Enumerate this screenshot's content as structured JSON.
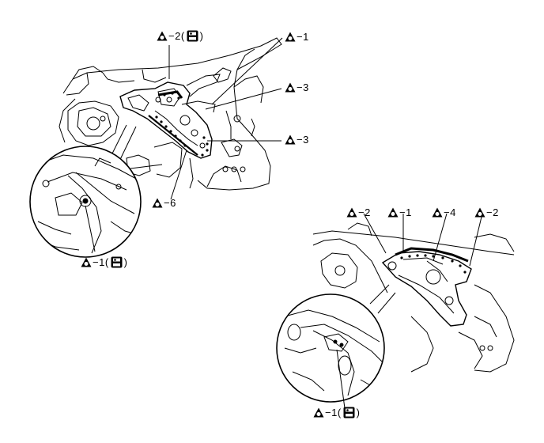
{
  "labels": {
    "top_2": "−2(",
    "top_2_close": ")",
    "top_1": "−1",
    "top_3a": "−3",
    "top_3b": "−3",
    "top_6": "−6",
    "left_1": "−1(",
    "left_1_close": ")",
    "right_2a": "−2",
    "right_1": "−1",
    "right_4": "−4",
    "right_2b": "−2",
    "bottom_1": "−1(",
    "bottom_1_close": ")"
  },
  "colors": {
    "line": "#000000",
    "background": "#ffffff"
  },
  "icons": {
    "callout": "weld-triangle-icon",
    "spot": "spot-weld-icon"
  }
}
